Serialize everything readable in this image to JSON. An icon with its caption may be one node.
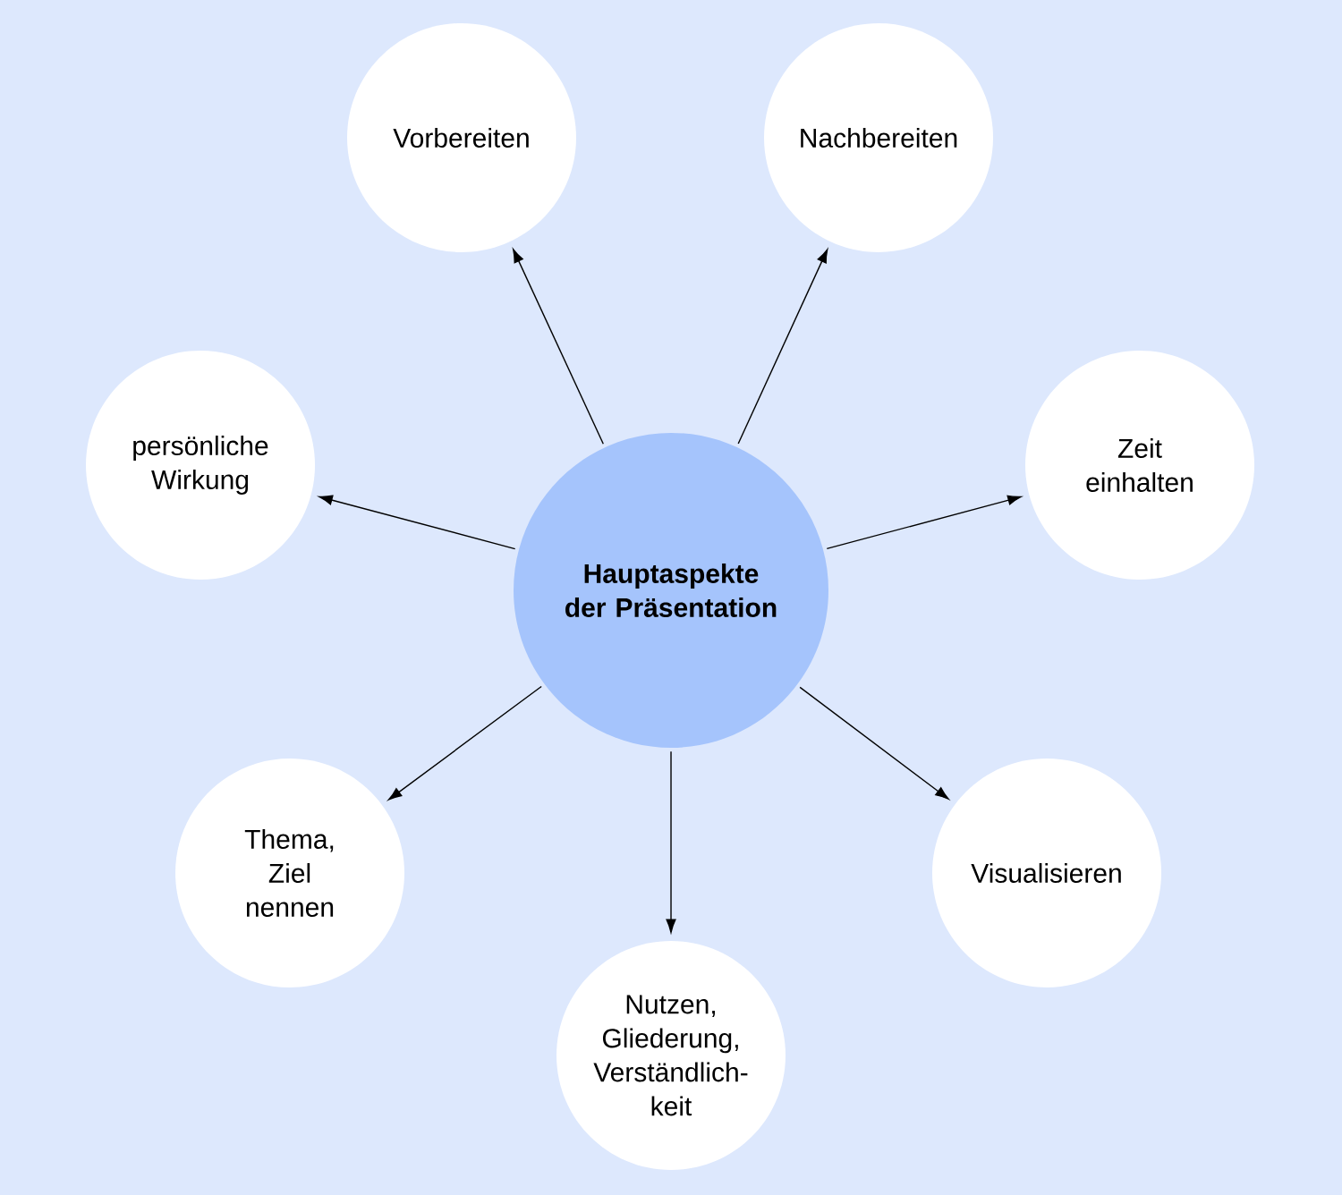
{
  "diagram": {
    "nodes": [
      {
        "text": [
          "Hauptaspekte der Präsentation"
        ]
      },
      {
        "text": [
          "Vorbereiten"
        ]
      },
      {
        "text": [
          "Nachbereiten"
        ]
      },
      {
        "text": [
          "persönliche Wirkung"
        ]
      },
      {
        "text": [
          "Zeit einhalten"
        ]
      },
      {
        "text": [
          "Thema, Ziel nennen"
        ]
      },
      {
        "text": [
          "Visualisieren"
        ]
      },
      {
        "text": [
          "Nutzen, Gliederung, Verständlich-keit"
        ]
      }
    ],
    "edges": [
      {
        "from": 0,
        "to": 1,
        "arrow": "to"
      },
      {
        "from": 0,
        "to": 2,
        "arrow": "to"
      },
      {
        "from": 0,
        "to": 3,
        "arrow": "to"
      },
      {
        "from": 0,
        "to": 4,
        "arrow": "to"
      },
      {
        "from": 0,
        "to": 5,
        "arrow": "to"
      },
      {
        "from": 0,
        "to": 6,
        "arrow": "to"
      },
      {
        "from": 0,
        "to": 7,
        "arrow": "to"
      }
    ]
  }
}
